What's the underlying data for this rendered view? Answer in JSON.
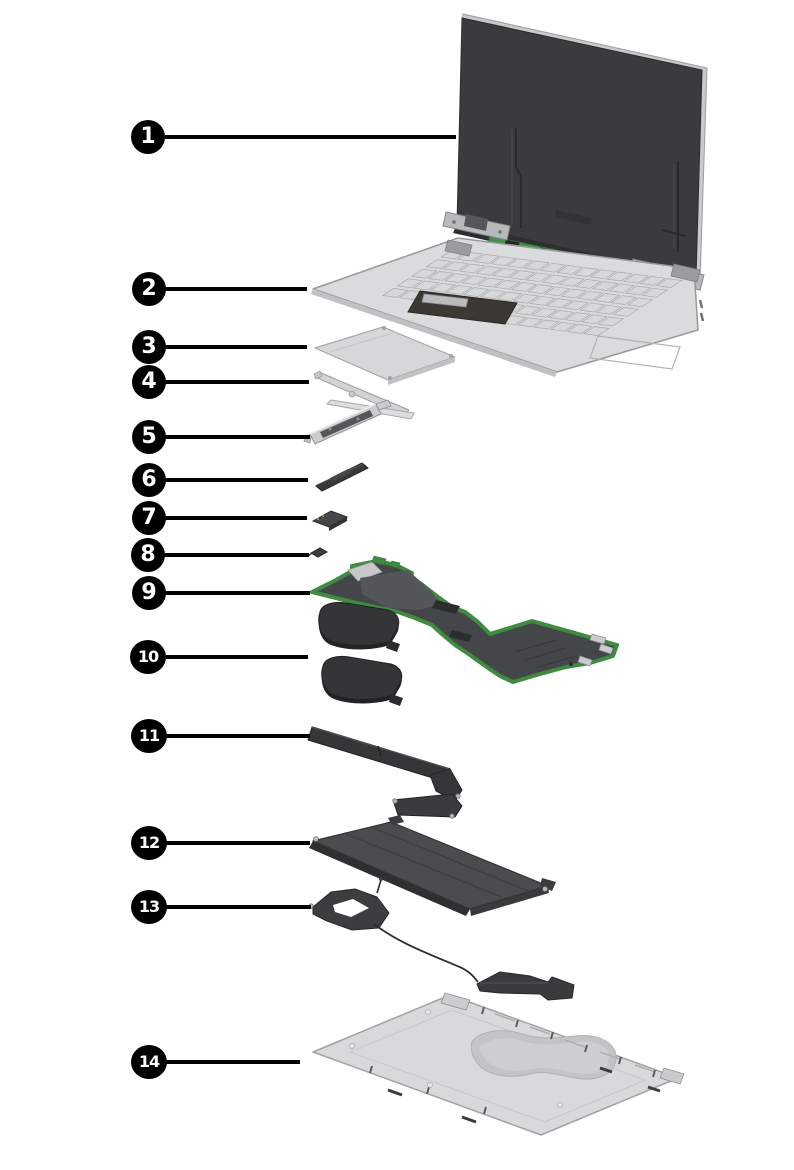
{
  "figure": {
    "kind": "laptop-exploded-parts-diagram",
    "background": "#ffffff",
    "callout_style": {
      "fill": "#000000",
      "text_color": "#ffffff",
      "leader_color": "#000000"
    }
  },
  "callouts": [
    {
      "number": "1",
      "part": "display-assembly"
    },
    {
      "number": "2",
      "part": "keyboard-top-cover"
    },
    {
      "number": "3",
      "part": "touchpad"
    },
    {
      "number": "4",
      "part": "touchpad-bracket"
    },
    {
      "number": "5",
      "part": "ssd-shield-bracket"
    },
    {
      "number": "6",
      "part": "solid-state-drive"
    },
    {
      "number": "7",
      "part": "wlan-module"
    },
    {
      "number": "8",
      "part": "sensor-board"
    },
    {
      "number": "9",
      "part": "system-board"
    },
    {
      "number": "10",
      "part": "fans"
    },
    {
      "number": "11",
      "part": "heat-sink"
    },
    {
      "number": "12",
      "part": "battery"
    },
    {
      "number": "13",
      "part": "speakers"
    },
    {
      "number": "14",
      "part": "bottom-cover"
    }
  ],
  "colors": {
    "panel_dark": "#3b3b3d",
    "metal_light": "#dadbdd",
    "metal_mid": "#b7b9bb",
    "dark_part": "#38393b",
    "pcb_green": "#3f8b3f"
  }
}
